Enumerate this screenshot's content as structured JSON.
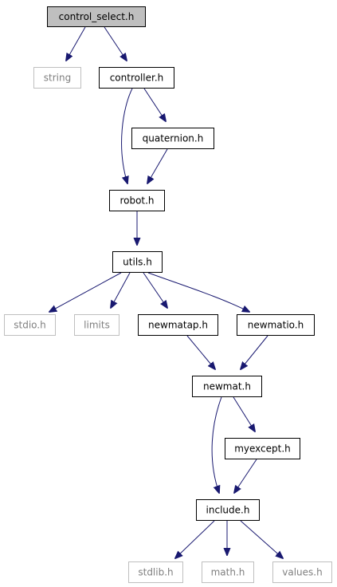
{
  "colors": {
    "edge": "#191970",
    "node_border": "#000000",
    "external_border": "#bfbfbf",
    "external_text": "#7f7f7f",
    "root_fill": "#bfbfbf",
    "fill": "#ffffff",
    "text": "#000000"
  },
  "nodes": [
    {
      "id": "control_select",
      "label": "control_select.h",
      "kind": "root"
    },
    {
      "id": "string",
      "label": "string",
      "kind": "external"
    },
    {
      "id": "controller",
      "label": "controller.h",
      "kind": "normal"
    },
    {
      "id": "quaternion",
      "label": "quaternion.h",
      "kind": "normal"
    },
    {
      "id": "robot",
      "label": "robot.h",
      "kind": "normal"
    },
    {
      "id": "utils",
      "label": "utils.h",
      "kind": "normal"
    },
    {
      "id": "stdio",
      "label": "stdio.h",
      "kind": "external"
    },
    {
      "id": "limits",
      "label": "limits",
      "kind": "external"
    },
    {
      "id": "newmatap",
      "label": "newmatap.h",
      "kind": "normal"
    },
    {
      "id": "newmatio",
      "label": "newmatio.h",
      "kind": "normal"
    },
    {
      "id": "newmat",
      "label": "newmat.h",
      "kind": "normal"
    },
    {
      "id": "myexcept",
      "label": "myexcept.h",
      "kind": "normal"
    },
    {
      "id": "include",
      "label": "include.h",
      "kind": "normal"
    },
    {
      "id": "stdlib",
      "label": "stdlib.h",
      "kind": "external"
    },
    {
      "id": "math",
      "label": "math.h",
      "kind": "external"
    },
    {
      "id": "values",
      "label": "values.h",
      "kind": "external"
    }
  ],
  "edges": [
    {
      "from": "control_select",
      "to": "string"
    },
    {
      "from": "control_select",
      "to": "controller"
    },
    {
      "from": "controller",
      "to": "quaternion"
    },
    {
      "from": "controller",
      "to": "robot"
    },
    {
      "from": "quaternion",
      "to": "robot"
    },
    {
      "from": "robot",
      "to": "utils"
    },
    {
      "from": "utils",
      "to": "stdio"
    },
    {
      "from": "utils",
      "to": "limits"
    },
    {
      "from": "utils",
      "to": "newmatap"
    },
    {
      "from": "utils",
      "to": "newmatio"
    },
    {
      "from": "newmatap",
      "to": "newmat"
    },
    {
      "from": "newmatio",
      "to": "newmat"
    },
    {
      "from": "newmat",
      "to": "myexcept"
    },
    {
      "from": "newmat",
      "to": "include"
    },
    {
      "from": "myexcept",
      "to": "include"
    },
    {
      "from": "include",
      "to": "stdlib"
    },
    {
      "from": "include",
      "to": "math"
    },
    {
      "from": "include",
      "to": "values"
    }
  ]
}
